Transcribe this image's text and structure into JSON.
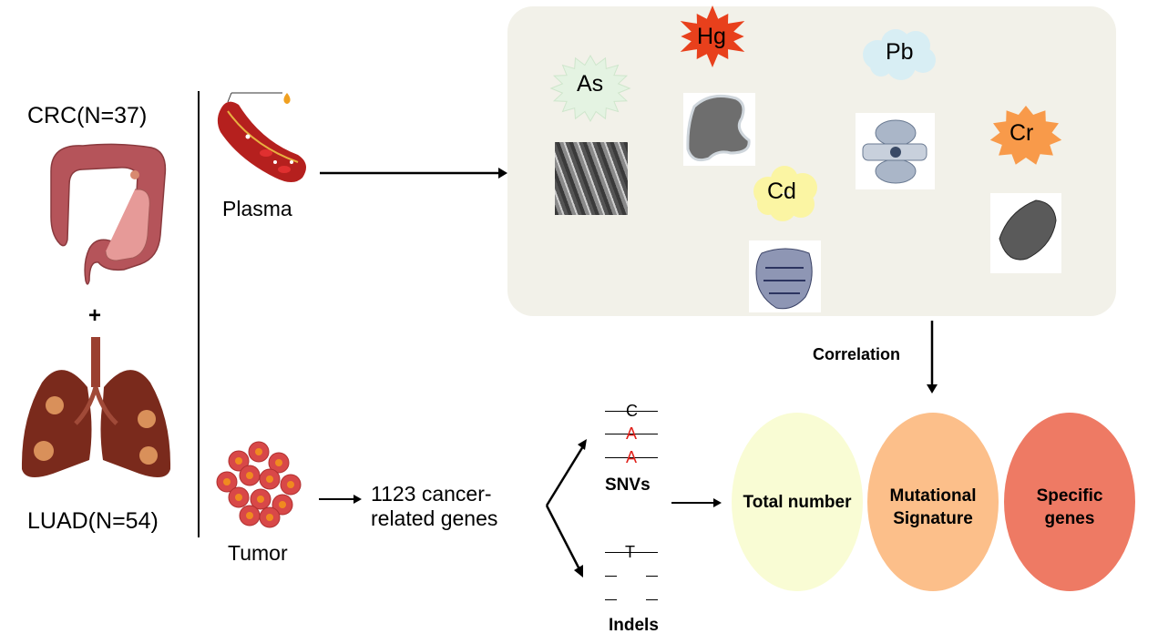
{
  "cohorts": {
    "crc_label": "CRC(N=37)",
    "plus": "+",
    "luad_label": "LUAD(N=54)"
  },
  "samples": {
    "plasma_label": "Plasma",
    "tumor_label": "Tumor"
  },
  "metals": [
    {
      "symbol": "As",
      "shape": "starburst",
      "color": "#e4f3e2"
    },
    {
      "symbol": "Hg",
      "shape": "explosion",
      "color": "#e8401c"
    },
    {
      "symbol": "Pb",
      "shape": "cloud",
      "color": "#d8eef4"
    },
    {
      "symbol": "Cd",
      "shape": "cloud",
      "color": "#fbf5a3"
    },
    {
      "symbol": "Cr",
      "shape": "explosion",
      "color": "#f89a4a"
    }
  ],
  "genes": {
    "line1": "1123 cancer-",
    "line2": "related genes"
  },
  "snvs": {
    "bases": [
      "C",
      "A",
      "A"
    ],
    "base_colors": [
      "#000000",
      "#e0201a",
      "#e0201a"
    ],
    "label": "SNVs"
  },
  "indels": {
    "base": "T",
    "label": "Indels"
  },
  "correlation_label": "Correlation",
  "outcomes": [
    {
      "label_line1": "Total number",
      "label_line2": "",
      "color": "#f9fcd4"
    },
    {
      "label_line1": "Mutational",
      "label_line2": "Signature",
      "color": "#fcbf8a"
    },
    {
      "label_line1": "Specific",
      "label_line2": "genes",
      "color": "#ee7a64"
    }
  ],
  "colors": {
    "panel_bg": "#f2f1e9",
    "arrow": "#000000"
  }
}
